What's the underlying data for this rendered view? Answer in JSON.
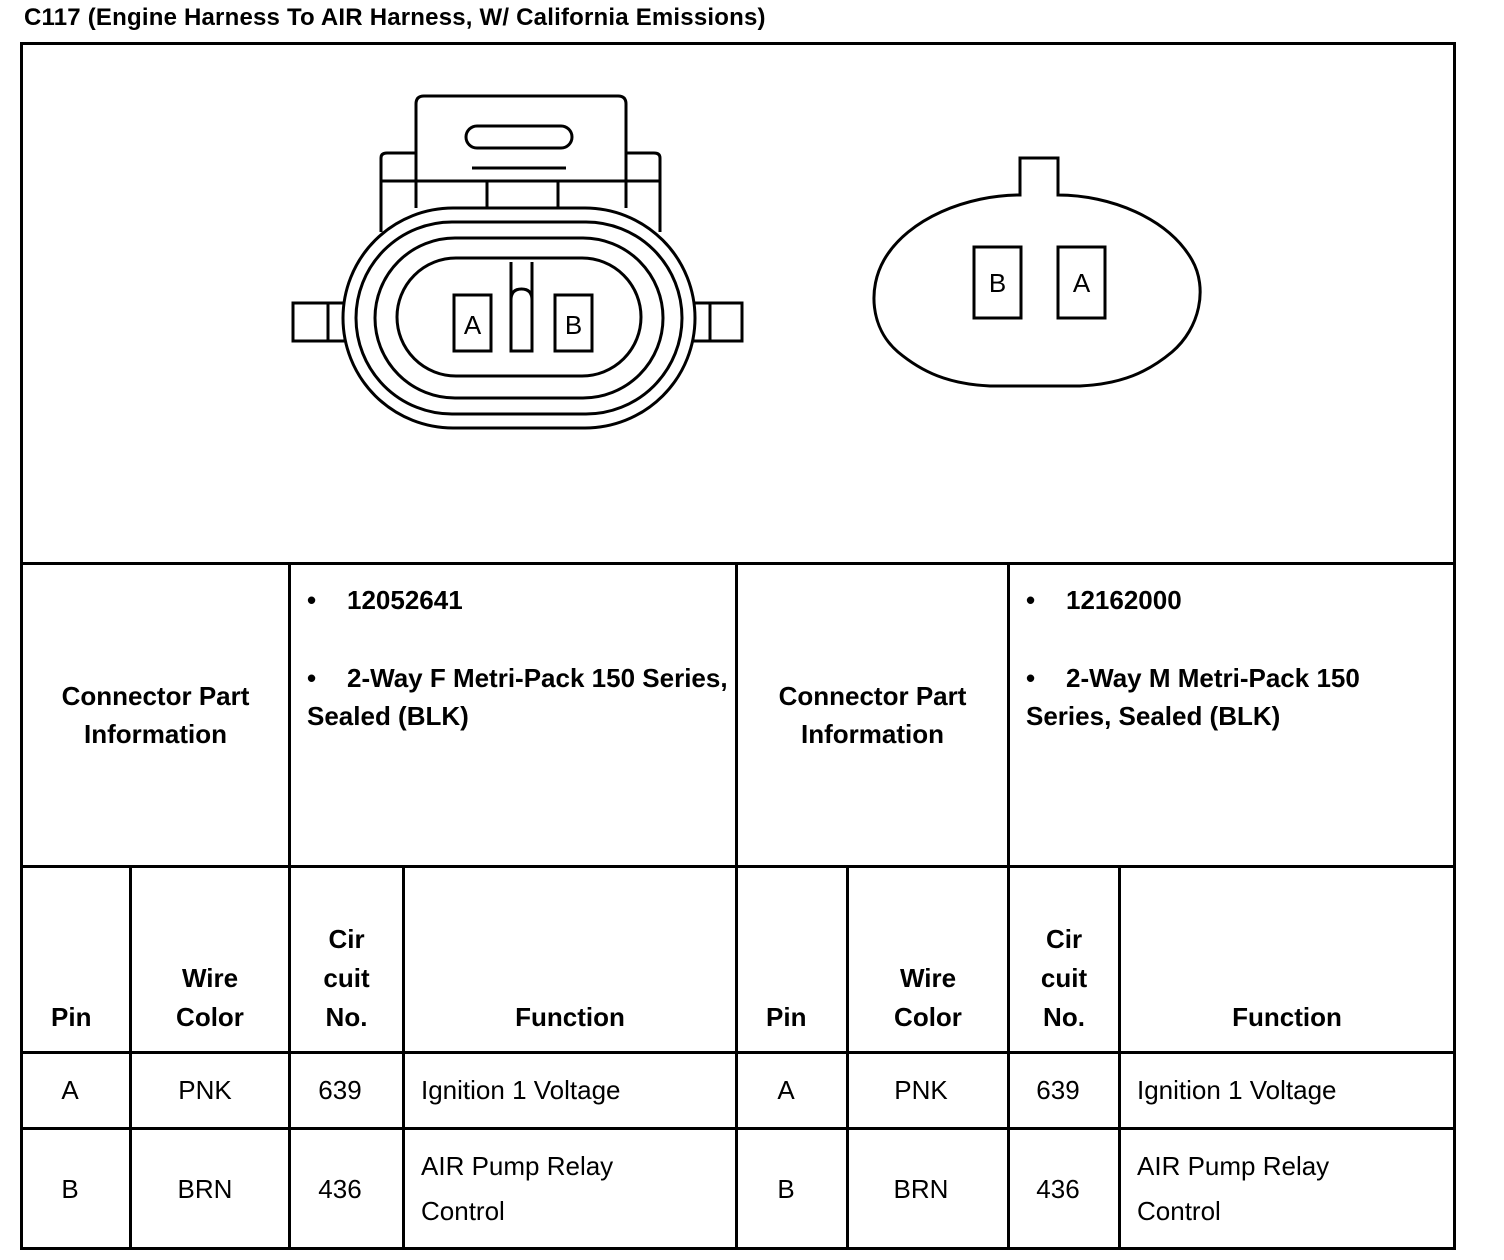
{
  "title": "C117 (Engine Harness To AIR Harness, W/ California Emissions)",
  "connector_left": {
    "info_label": "Connector Part Information",
    "part_number": "12052641",
    "description": "2-Way F Metri-Pack 150 Series, Sealed (BLK)",
    "pin_labels": [
      "A",
      "B"
    ]
  },
  "connector_right": {
    "info_label": "Connector Part Information",
    "part_number": "12162000",
    "description": "2-Way M Metri-Pack 150 Series, Sealed (BLK)",
    "pin_labels": [
      "B",
      "A"
    ]
  },
  "bullet": "•",
  "headers": {
    "pin": "Pin",
    "wire_color": "Wire Color",
    "circuit_no": "Cir cuit No.",
    "function": "Function"
  },
  "rows_left": [
    {
      "pin": "A",
      "wire_color": "PNK",
      "circuit": "639",
      "function": "Ignition 1 Voltage"
    },
    {
      "pin": "B",
      "wire_color": "BRN",
      "circuit": "436",
      "function": "AIR Pump Relay Control"
    }
  ],
  "rows_right": [
    {
      "pin": "A",
      "wire_color": "PNK",
      "circuit": "639",
      "function": "Ignition 1 Voltage"
    },
    {
      "pin": "B",
      "wire_color": "BRN",
      "circuit": "436",
      "function": "AIR Pump Relay Control"
    }
  ]
}
